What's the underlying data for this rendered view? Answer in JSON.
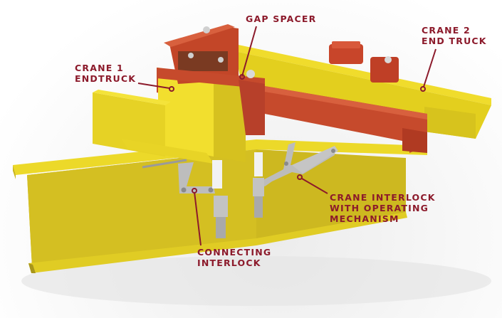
{
  "diagram": {
    "subject": "Crane interlock assembly between two crane end trucks on runway beam",
    "colors": {
      "label_text": "#8c1a2b",
      "leader_line": "#8c1a2b",
      "yellow_steel": "#e3cf1e",
      "yellow_shadow": "#b9a51a",
      "orange_red_parts": "#c8452a",
      "gray_links": "#b8b8b8",
      "background": "#ffffff"
    },
    "callouts": [
      {
        "id": "gap-spacer",
        "lines": [
          "GAP SPACER"
        ]
      },
      {
        "id": "crane-2-end-truck",
        "lines": [
          "CRANE 2",
          "END TRUCK"
        ]
      },
      {
        "id": "crane-1-endtruck",
        "lines": [
          "CRANE 1",
          "ENDTRUCK"
        ]
      },
      {
        "id": "crane-interlock",
        "lines": [
          "CRANE INTERLOCK",
          "WITH OPERATING",
          "MECHANISM"
        ]
      },
      {
        "id": "connecting-interlock",
        "lines": [
          "CONNECTING",
          "INTERLOCK"
        ]
      }
    ]
  }
}
